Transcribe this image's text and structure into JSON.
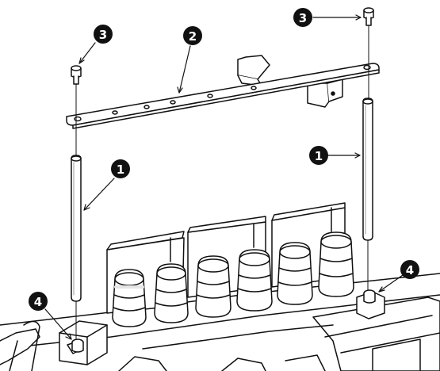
{
  "callouts": [
    {
      "id": "c1-left",
      "label": "1"
    },
    {
      "id": "c1-right",
      "label": "1"
    },
    {
      "id": "c2",
      "label": "2"
    },
    {
      "id": "c3-left",
      "label": "3"
    },
    {
      "id": "c3-right",
      "label": "3"
    },
    {
      "id": "c4-left",
      "label": "4"
    },
    {
      "id": "c4-right",
      "label": "4"
    }
  ],
  "colors": {
    "line": "#111111",
    "fill": "#ffffff",
    "callout": "#111111",
    "shade": "#d9d9d9"
  }
}
